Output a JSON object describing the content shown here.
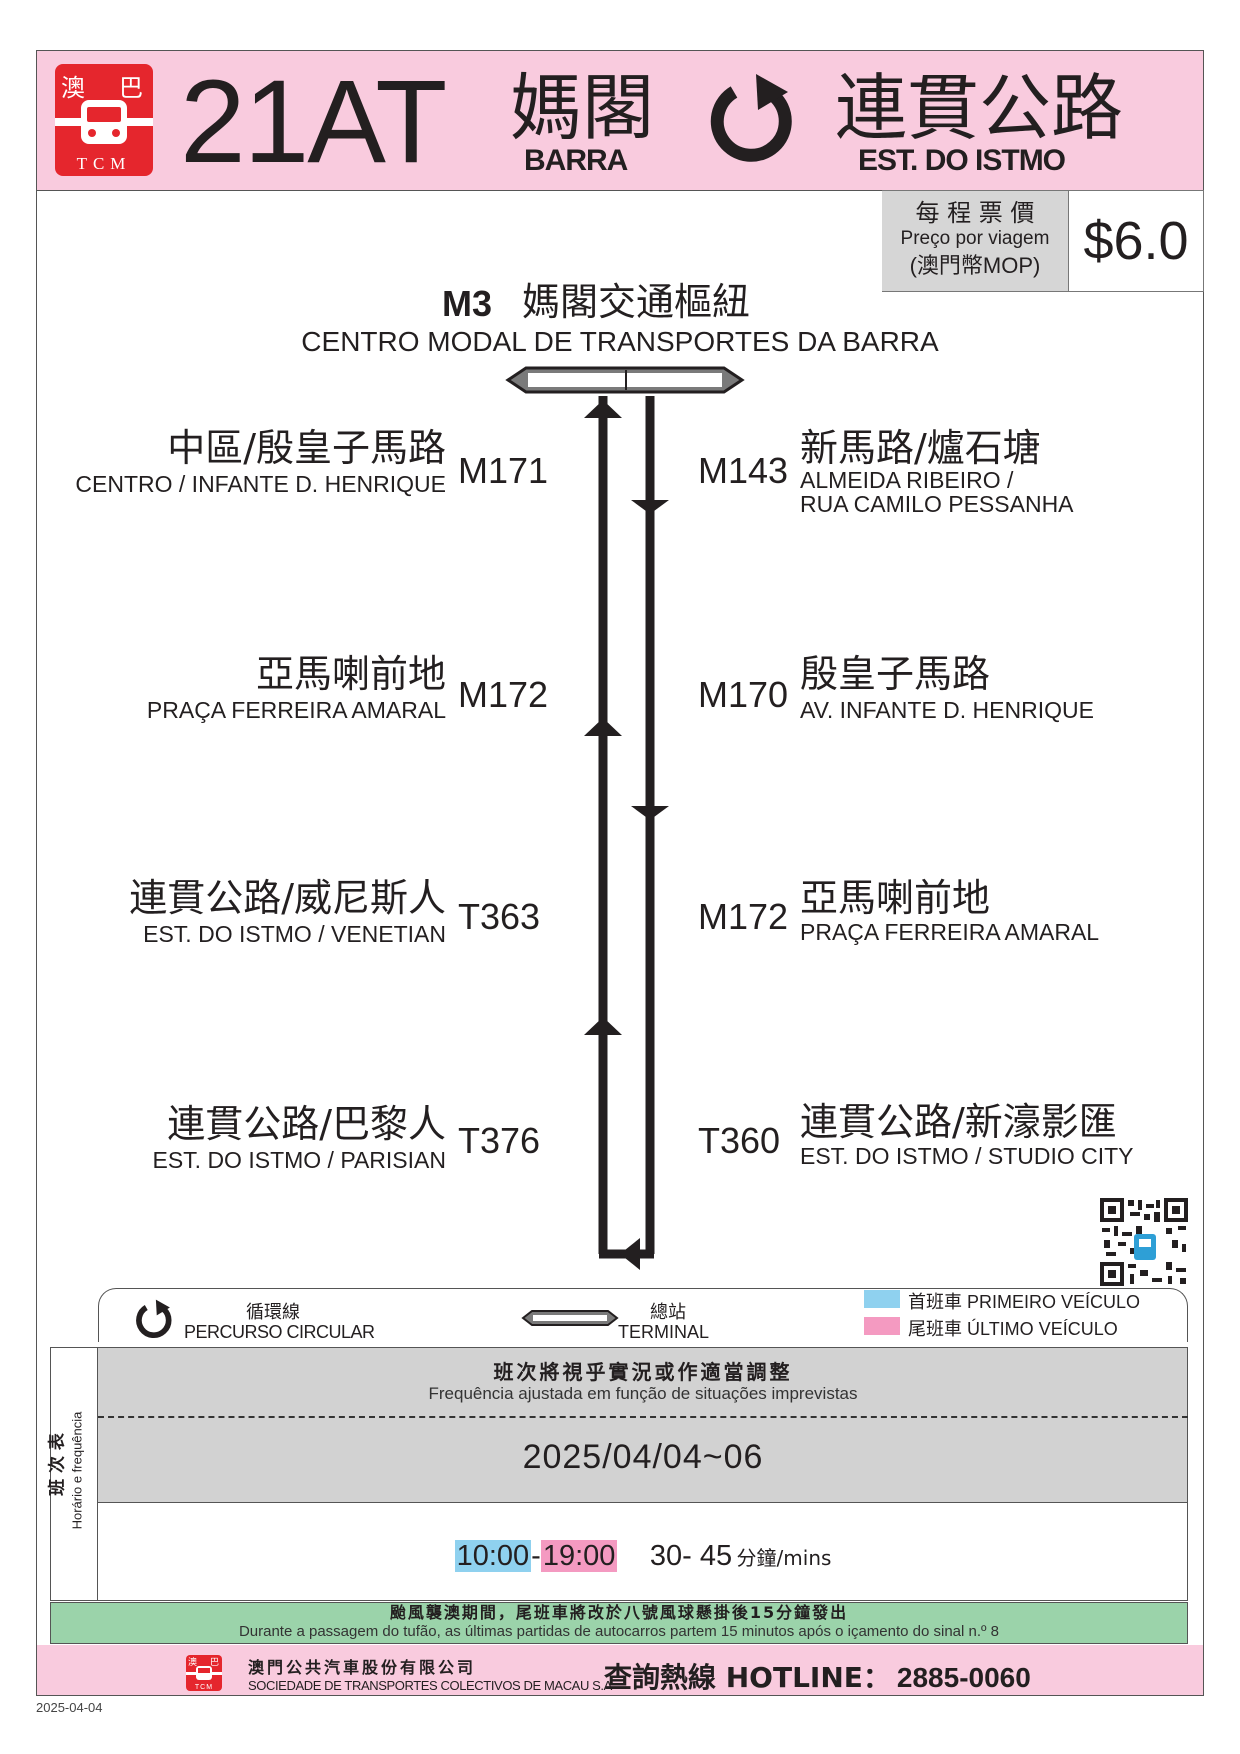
{
  "header": {
    "logo_chars": [
      "澳",
      "巴"
    ],
    "logo_brand": "TCM",
    "route": "21AT",
    "origin_zh": "媽閣",
    "origin_en": "BARRA",
    "dest_zh": "連貫公路",
    "dest_en": "EST. DO ISTMO"
  },
  "fare": {
    "label_zh": "每 程 票 價",
    "label_pt": "Preço por viagem",
    "label_currency": "(澳門幣MOP)",
    "amount": "$6.0"
  },
  "terminus": {
    "code": "M3",
    "name_zh": "媽閣交通樞紐",
    "name_pt": "CENTRO MODAL DE TRANSPORTES DA BARRA"
  },
  "stops_left": [
    {
      "code": "M171",
      "zh": "中區/殷皇子馬路",
      "en": "CENTRO / INFANTE D. HENRIQUE"
    },
    {
      "code": "M172",
      "zh": "亞馬喇前地",
      "en": "PRAÇA FERREIRA AMARAL"
    },
    {
      "code": "T363",
      "zh": "連貫公路/威尼斯人",
      "en": "EST. DO ISTMO / VENETIAN"
    },
    {
      "code": "T376",
      "zh": "連貫公路/巴黎人",
      "en": "EST. DO ISTMO / PARISIAN"
    }
  ],
  "stops_right": [
    {
      "code": "M143",
      "zh": "新馬路/爐石塘",
      "en1": "ALMEIDA RIBEIRO /",
      "en2": "RUA CAMILO PESSANHA"
    },
    {
      "code": "M170",
      "zh": "殷皇子馬路",
      "en1": "AV. INFANTE D. HENRIQUE"
    },
    {
      "code": "M172",
      "zh": "亞馬喇前地",
      "en1": "PRAÇA FERREIRA AMARAL"
    },
    {
      "code": "T360",
      "zh": "連貫公路/新濠影匯",
      "en1": "EST. DO ISTMO / STUDIO CITY"
    }
  ],
  "legend": {
    "circular_zh": "循環線",
    "circular_pt": "PERCURSO CIRCULAR",
    "terminal_zh": "總站",
    "terminal_pt": "TERMINAL",
    "first_zh": "首班車",
    "first_pt": "PRIMEIRO VEÍCULO",
    "last_zh": "尾班車",
    "last_pt": "ÚLTIMO VEÍCULO",
    "first_color": "#8fd1ef",
    "last_color": "#f49ac1"
  },
  "schedule": {
    "side_zh": "班 次 表",
    "side_pt": "Horário e frequência",
    "notice_zh": "班次將視乎實況或作適當調整",
    "notice_pt": "Frequência ajustada em função de situações imprevistas",
    "date_range": "2025/04/04~06",
    "first_time": "10:00",
    "dash": "-",
    "last_time": "19:00",
    "frequency": "30- 45",
    "unit": "分鐘/mins"
  },
  "typhoon": {
    "zh": "颱風襲澳期間，尾班車將改於八號風球懸掛後15分鐘發出",
    "pt": "Durante a passagem do tufão, as últimas partidas de autocarros partem 15 minutos após o içamento do sinal n.º 8"
  },
  "footer": {
    "logo_chars": [
      "澳",
      "巴"
    ],
    "logo_brand": "TCM",
    "company_zh": "澳門公共汽車股份有限公司",
    "company_pt": "SOCIEDADE DE TRANSPORTES COLECTIVOS DE MACAU S.A",
    "hotline_label": "查詢熱線 HOTLINE：",
    "hotline_number": "2885-0060",
    "date": "2025-04-04"
  },
  "icons": {
    "circular": "circular-arrow-icon",
    "terminal": "terminal-bar-icon",
    "qr": "qr-code-icon",
    "bus": "bus-icon"
  }
}
